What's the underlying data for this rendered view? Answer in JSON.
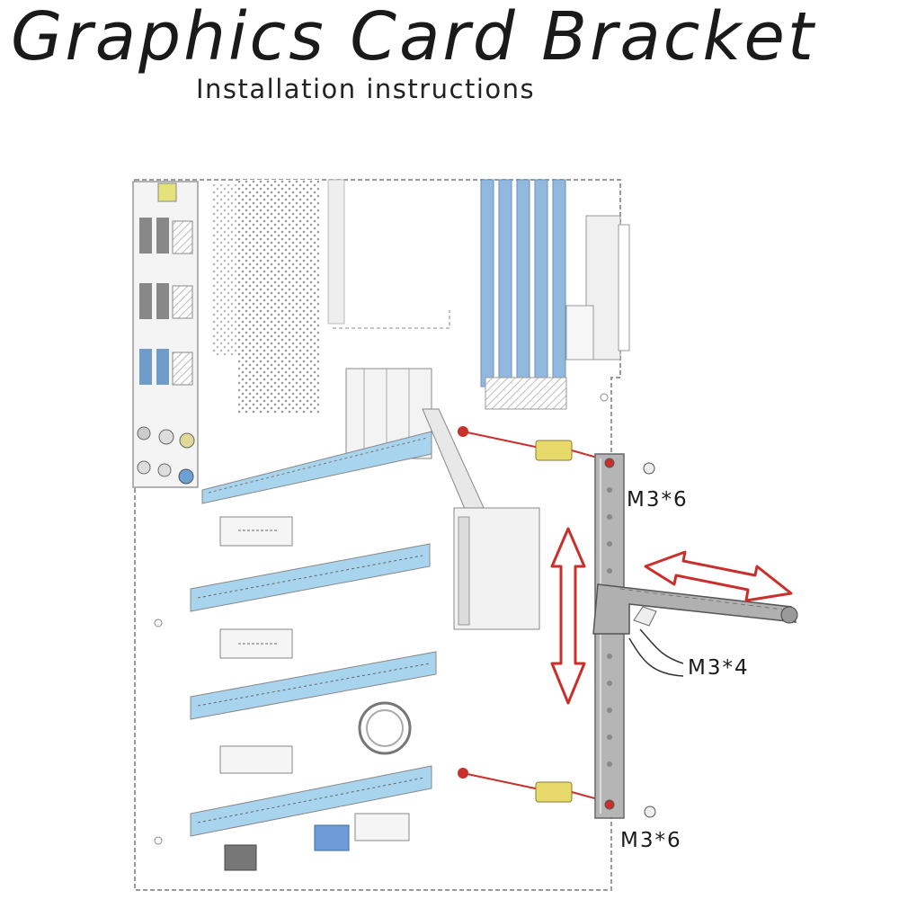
{
  "header": {
    "title": "Graphics Card Bracket",
    "subtitle": "Installation instructions"
  },
  "labels": {
    "screw_top": "M3*6",
    "screw_middle": "M3*4",
    "screw_bottom": "M3*6"
  },
  "colors": {
    "slot_blue": "#a9d4ee",
    "ram_blue": "#93b8e0",
    "arrow_red": "#c9302c",
    "standoff_yellow": "#e8da6a",
    "bracket_gray": "#a8a8a8"
  }
}
